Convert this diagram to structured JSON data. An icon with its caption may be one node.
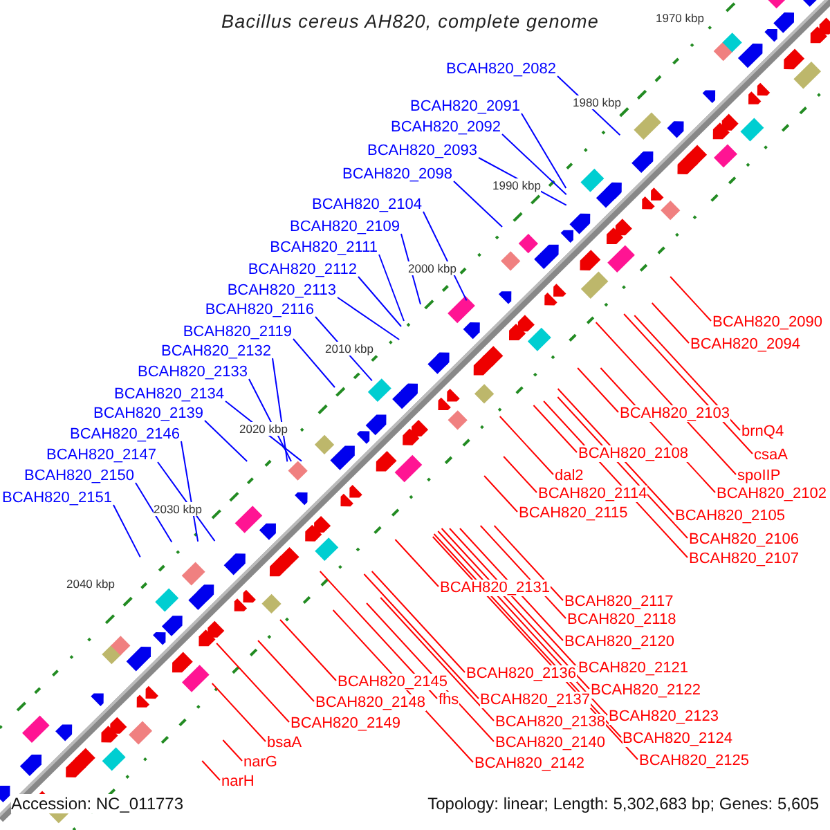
{
  "diagram": {
    "title": "Bacillus cereus AH820, complete genome",
    "nodes": [
      {
        "text": [
          "BCAH820_2082"
        ]
      },
      {
        "text": [
          "BCAH820_2091"
        ]
      },
      {
        "text": [
          "BCAH820_2092"
        ]
      },
      {
        "text": [
          "BCAH820_2093"
        ]
      },
      {
        "text": [
          "BCAH820_2098"
        ]
      },
      {
        "text": [
          "BCAH820_2104"
        ]
      },
      {
        "text": [
          "BCAH820_2109"
        ]
      },
      {
        "text": [
          "BCAH820_2111"
        ]
      },
      {
        "text": [
          "BCAH820_2112"
        ]
      },
      {
        "text": [
          "BCAH820_2113"
        ]
      },
      {
        "text": [
          "BCAH820_2116"
        ]
      },
      {
        "text": [
          "BCAH820_2119"
        ]
      },
      {
        "text": [
          "BCAH820_2132"
        ]
      },
      {
        "text": [
          "BCAH820_2133"
        ]
      },
      {
        "text": [
          "BCAH820_2134"
        ]
      },
      {
        "text": [
          "BCAH820_2139"
        ]
      },
      {
        "text": [
          "BCAH820_2146"
        ]
      },
      {
        "text": [
          "BCAH820_2147"
        ]
      },
      {
        "text": [
          "BCAH820_2150"
        ]
      },
      {
        "text": [
          "BCAH820_2151"
        ]
      },
      {
        "text": [
          "BCAH820_2090"
        ]
      },
      {
        "text": [
          "BCAH820_2094"
        ]
      },
      {
        "text": [
          "BCAH820_2103"
        ]
      },
      {
        "text": [
          "brnQ4"
        ]
      },
      {
        "text": [
          "csaA"
        ]
      },
      {
        "text": [
          "spoIIP"
        ]
      },
      {
        "text": [
          "BCAH820_2102"
        ]
      },
      {
        "text": [
          "BCAH820_2108"
        ]
      },
      {
        "text": [
          "dal2"
        ]
      },
      {
        "text": [
          "BCAH820_2114"
        ]
      },
      {
        "text": [
          "BCAH820_2115"
        ]
      },
      {
        "text": [
          "BCAH820_2105"
        ]
      },
      {
        "text": [
          "BCAH820_2106"
        ]
      },
      {
        "text": [
          "BCAH820_2107"
        ]
      },
      {
        "text": [
          "BCAH820_2131"
        ]
      },
      {
        "text": [
          "BCAH820_2117"
        ]
      },
      {
        "text": [
          "BCAH820_2118"
        ]
      },
      {
        "text": [
          "BCAH820_2120"
        ]
      },
      {
        "text": [
          "BCAH820_2121"
        ]
      },
      {
        "text": [
          "BCAH820_2136"
        ]
      },
      {
        "text": [
          "BCAH820_2122"
        ]
      },
      {
        "text": [
          "BCAH820_2145"
        ]
      },
      {
        "text": [
          "fhs"
        ]
      },
      {
        "text": [
          "BCAH820_2137"
        ]
      },
      {
        "text": [
          "BCAH820_2148"
        ]
      },
      {
        "text": [
          "BCAH820_2123"
        ]
      },
      {
        "text": [
          "BCAH820_2138"
        ]
      },
      {
        "text": [
          "BCAH820_2149"
        ]
      },
      {
        "text": [
          "BCAH820_2124"
        ]
      },
      {
        "text": [
          "BCAH820_2140"
        ]
      },
      {
        "text": [
          "bsaA"
        ]
      },
      {
        "text": [
          "BCAH820_2125"
        ]
      },
      {
        "text": [
          "narG"
        ]
      },
      {
        "text": [
          "BCAH820_2142"
        ]
      },
      {
        "text": [
          "narH"
        ]
      }
    ],
    "edges": [
      {
        "from": 0,
        "to": null,
        "arrow": "none",
        "color": "#0000ff"
      },
      {
        "from": 1,
        "to": null,
        "arrow": "none",
        "color": "#0000ff"
      },
      {
        "from": 2,
        "to": null,
        "arrow": "none",
        "color": "#0000ff"
      },
      {
        "from": 3,
        "to": null,
        "arrow": "none",
        "color": "#0000ff"
      },
      {
        "from": 4,
        "to": null,
        "arrow": "none",
        "color": "#0000ff"
      },
      {
        "from": 5,
        "to": null,
        "arrow": "none",
        "color": "#0000ff"
      },
      {
        "from": 6,
        "to": null,
        "arrow": "none",
        "color": "#0000ff"
      },
      {
        "from": 7,
        "to": null,
        "arrow": "none",
        "color": "#0000ff"
      },
      {
        "from": 8,
        "to": null,
        "arrow": "none",
        "color": "#0000ff"
      },
      {
        "from": 9,
        "to": null,
        "arrow": "none",
        "color": "#0000ff"
      },
      {
        "from": 10,
        "to": null,
        "arrow": "none",
        "color": "#0000ff"
      },
      {
        "from": 11,
        "to": null,
        "arrow": "none",
        "color": "#0000ff"
      },
      {
        "from": 12,
        "to": null,
        "arrow": "none",
        "color": "#0000ff"
      },
      {
        "from": 13,
        "to": null,
        "arrow": "none",
        "color": "#0000ff"
      },
      {
        "from": 14,
        "to": null,
        "arrow": "none",
        "color": "#0000ff"
      },
      {
        "from": 15,
        "to": null,
        "arrow": "none",
        "color": "#0000ff"
      },
      {
        "from": 16,
        "to": null,
        "arrow": "none",
        "color": "#0000ff"
      },
      {
        "from": 17,
        "to": null,
        "arrow": "none",
        "color": "#0000ff"
      },
      {
        "from": 18,
        "to": null,
        "arrow": "none",
        "color": "#0000ff"
      },
      {
        "from": 19,
        "to": null,
        "arrow": "none",
        "color": "#0000ff"
      },
      {
        "from": 20,
        "to": null,
        "arrow": "none"
      },
      {
        "from": 21,
        "to": null,
        "arrow": "none"
      },
      {
        "from": 22,
        "to": null,
        "arrow": "none"
      },
      {
        "from": 23,
        "to": null,
        "arrow": "none"
      },
      {
        "from": 24,
        "to": null,
        "arrow": "none"
      },
      {
        "from": 25,
        "to": null,
        "arrow": "none"
      },
      {
        "from": 26,
        "to": null,
        "arrow": "none"
      },
      {
        "from": 27,
        "to": null,
        "arrow": "none"
      },
      {
        "from": 28,
        "to": null,
        "arrow": "none"
      },
      {
        "from": 29,
        "to": null,
        "arrow": "none"
      },
      {
        "from": 30,
        "to": null,
        "arrow": "none"
      },
      {
        "from": 31,
        "to": null,
        "arrow": "none"
      },
      {
        "from": 32,
        "to": null,
        "arrow": "none"
      },
      {
        "from": 33,
        "to": null,
        "arrow": "none"
      },
      {
        "from": 34,
        "to": null,
        "arrow": "none"
      },
      {
        "from": 35,
        "to": null,
        "arrow": "none"
      },
      {
        "from": 36,
        "to": null,
        "arrow": "none"
      },
      {
        "from": 37,
        "to": null,
        "arrow": "none"
      },
      {
        "from": 38,
        "to": null,
        "arrow": "none"
      },
      {
        "from": 39,
        "to": null,
        "arrow": "none"
      },
      {
        "from": 40,
        "to": null,
        "arrow": "none"
      },
      {
        "from": 41,
        "to": null,
        "arrow": "none"
      },
      {
        "from": 42,
        "to": null,
        "arrow": "none"
      },
      {
        "from": 43,
        "to": null,
        "arrow": "none"
      },
      {
        "from": 44,
        "to": null,
        "arrow": "none"
      },
      {
        "from": 45,
        "to": null,
        "arrow": "none"
      },
      {
        "from": 46,
        "to": null,
        "arrow": "none"
      },
      {
        "from": 47,
        "to": null,
        "arrow": "none"
      },
      {
        "from": 48,
        "to": null,
        "arrow": "none"
      },
      {
        "from": 49,
        "to": null,
        "arrow": "none"
      },
      {
        "from": 50,
        "to": null,
        "arrow": "none"
      },
      {
        "from": 51,
        "to": null,
        "arrow": "none"
      },
      {
        "from": 52,
        "to": null,
        "arrow": "none"
      },
      {
        "from": 53,
        "to": null,
        "arrow": "none"
      },
      {
        "from": 54,
        "to": null,
        "arrow": "none"
      }
    ],
    "labels": [
      "1970 kbp",
      "1980 kbp",
      "1990 kbp",
      "2000 kbp",
      "2010 kbp",
      "2020 kbp",
      "2030 kbp",
      "2040 kbp",
      "Accession: NC_011773",
      "Topology: linear; Length: 5,302,683 bp; Genes: 5,605"
    ]
  }
}
